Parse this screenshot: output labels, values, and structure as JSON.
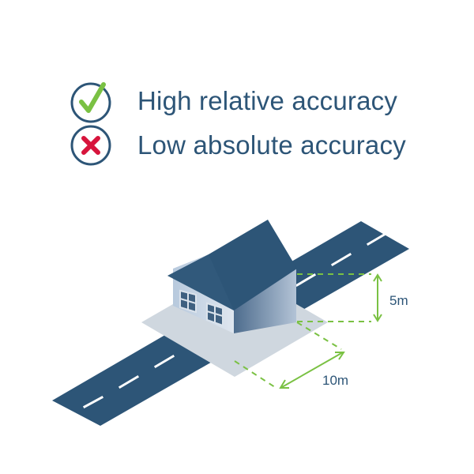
{
  "legend": [
    {
      "icon": "check-icon",
      "label": "High relative accuracy",
      "color": "#7ac143"
    },
    {
      "icon": "cross-icon",
      "label": "Low absolute accuracy",
      "color": "#d7143c"
    }
  ],
  "dimensions": {
    "height_label": "5m",
    "length_label": "10m"
  },
  "colors": {
    "text": "#2d5577",
    "road": "#2d5577",
    "road_marking": "#ffffff",
    "roof": "#2d5577",
    "wall": "#b3c7dd",
    "footprint": "#cdd5de",
    "dimension": "#7ac143"
  }
}
